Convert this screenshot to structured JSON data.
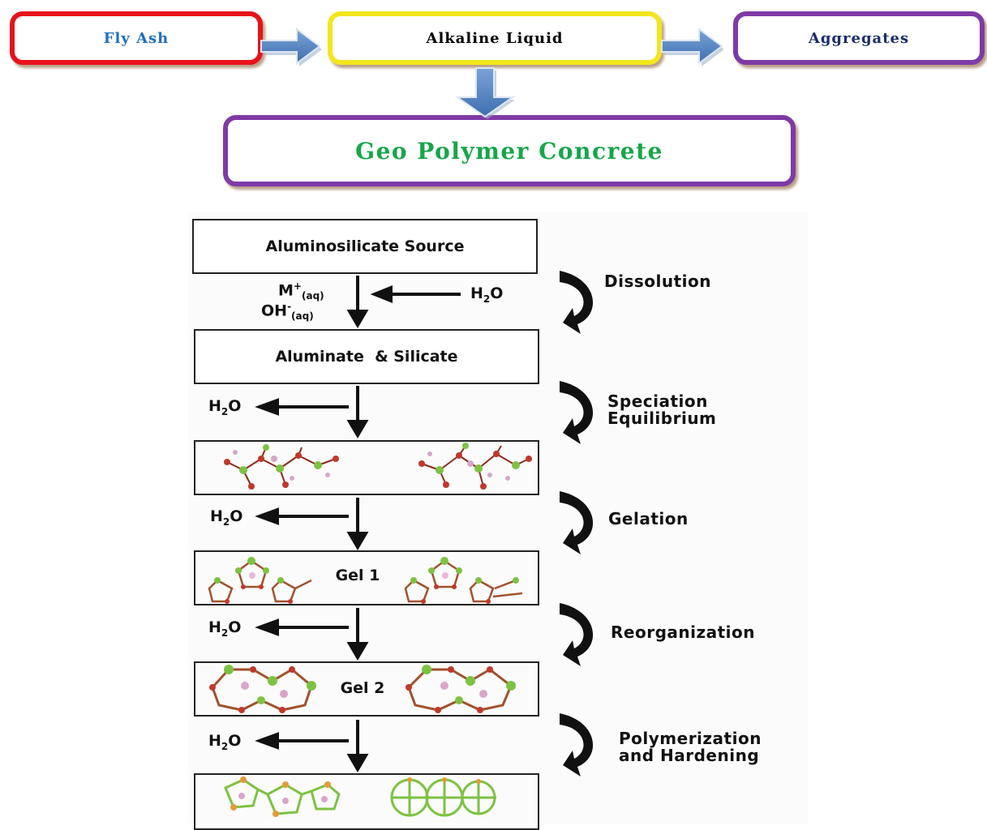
{
  "top_flow": {
    "fly_ash": "Fly Ash",
    "alkaline_liquid": "Alkaline Liquid",
    "aggregates": "Aggregates",
    "product": "Geo Polymer Concrete"
  },
  "mechanism": {
    "boxes": {
      "source": "Aluminosilicate Source",
      "aluminate_silicate": "Aluminate  & Silicate",
      "gel1": "Gel 1",
      "gel2": "Gel 2"
    },
    "steps": [
      {
        "line1": "Dissolution",
        "line2": ""
      },
      {
        "line1": "Speciation",
        "line2": "Equilibrium"
      },
      {
        "line1": "Gelation",
        "line2": ""
      },
      {
        "line1": "Reorganization",
        "line2": ""
      },
      {
        "line1": "Polymerization",
        "line2": "and Hardening"
      }
    ],
    "chem": {
      "h2o_main": "H",
      "h2o_sub": "2",
      "h2o_end": "O",
      "m": "M",
      "m_sup": "+",
      "m_sub": "(aq)",
      "oh": "OH",
      "oh_sup": "-",
      "oh_sub": "(aq)"
    }
  },
  "colors": {
    "fly_ash_border": "#e8121a",
    "alkaline_border": "#f2e61c",
    "aggregates_border": "#7f3aa6",
    "product_text": "#17a64a",
    "flow_arrow": "#4f81bd"
  },
  "icons": [
    "flow-arrow-icon",
    "curved-arrow-icon",
    "molecule-cluster-icon"
  ]
}
